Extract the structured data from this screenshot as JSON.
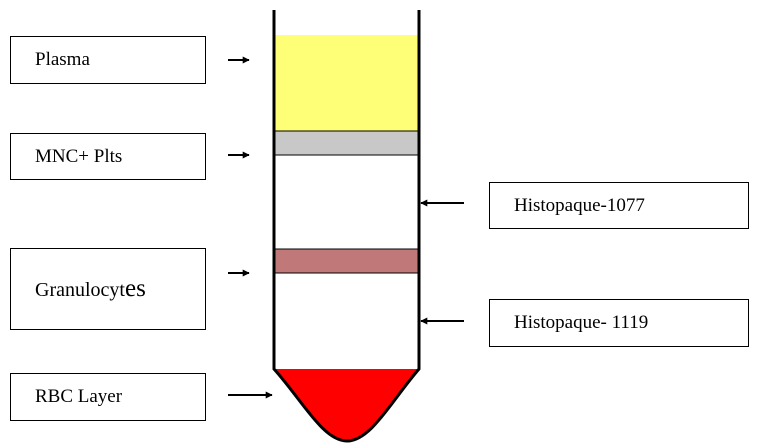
{
  "labels": {
    "plasma": "Plasma",
    "mnc_plts": "MNC+ Plts",
    "granulocytes_head": "Granulocyt",
    "granulocytes_tail": "es",
    "rbc_layer": "RBC Layer",
    "histopaque_1077": "Histopaque-1077",
    "histopaque_1119": "Histopaque- 1119"
  },
  "colors": {
    "plasma_layer": "#FFFF77",
    "mnc_platelet_band": "#C8C8C8",
    "granulocyte_band": "#C07878",
    "rbc_layer": "#FF0000",
    "tube_wall": "#000000"
  }
}
